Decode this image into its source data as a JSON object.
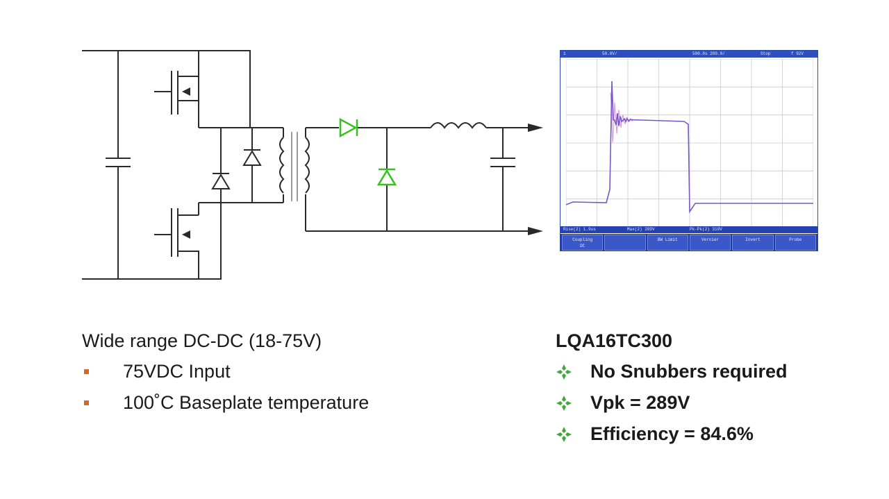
{
  "colors": {
    "wire": "#2a2a2a",
    "diode_green": "#35c11e",
    "scope_trace": "#7a56c8",
    "scope_ringing": "#d9a0d8",
    "square_bullet": "#d06a24",
    "diamond_bullet": "#3fa83c"
  },
  "scope": {
    "topbar": {
      "channel": "50.0V/",
      "timebase": "500.0s 200.0/",
      "mode": "Stop",
      "trigger": "f 92V"
    },
    "measurements": {
      "m1": "Rise(2) 1.9us",
      "m2": "Max(2) 289V",
      "m3": "Pk-Pk(2) 310V"
    },
    "softkeys": [
      {
        "label": "Coupling",
        "value": "DC"
      },
      {
        "label": "",
        "value": ""
      },
      {
        "label": "BW Limit",
        "value": ""
      },
      {
        "label": "Vernier",
        "value": ""
      },
      {
        "label": "Invert",
        "value": ""
      },
      {
        "label": "Probe",
        "value": ""
      }
    ]
  },
  "left_text": {
    "heading": "Wide range DC-DC (18-75V)",
    "bullets": [
      "75VDC Input",
      "100˚C Baseplate temperature"
    ]
  },
  "right_text": {
    "heading": "LQA16TC300",
    "bullets": [
      "No Snubbers required",
      "Vpk = 289V",
      "Efficiency = 84.6%"
    ]
  }
}
